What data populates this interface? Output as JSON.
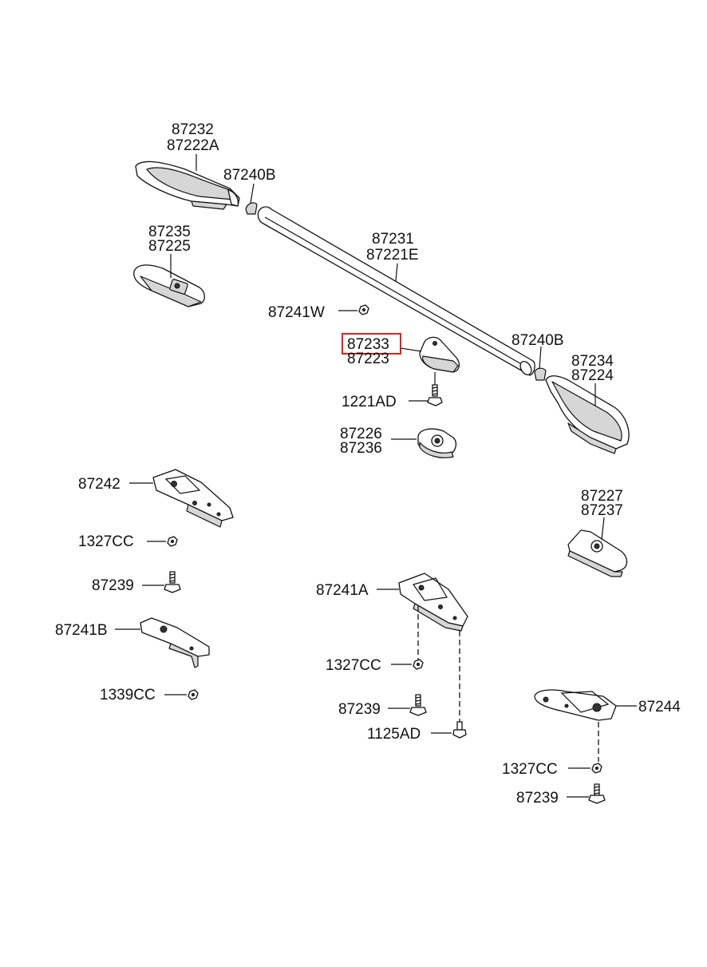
{
  "labels": {
    "l87232": "87232",
    "l87222A": "87222A",
    "l87240B_top": "87240B",
    "l87235": "87235",
    "l87225": "87225",
    "l87231": "87231",
    "l87221E": "87221E",
    "l87241W": "87241W",
    "l87233": "87233",
    "l87223": "87223",
    "l87240B_right": "87240B",
    "l87234": "87234",
    "l87224": "87224",
    "l1221AD": "1221AD",
    "l87226": "87226",
    "l87236": "87236",
    "l87242": "87242",
    "l1327CC_a": "1327CC",
    "l87239_a": "87239",
    "l87241B": "87241B",
    "l1339CC": "1339CC",
    "l87227": "87227",
    "l87237": "87237",
    "l87241A": "87241A",
    "l1327CC_b": "1327CC",
    "l87239_b": "87239",
    "l1125AD": "1125AD",
    "l87244": "87244",
    "l1327CC_c": "1327CC",
    "l87239_c": "87239"
  },
  "highlight": {
    "part": "87233",
    "color": "#e0201b"
  }
}
